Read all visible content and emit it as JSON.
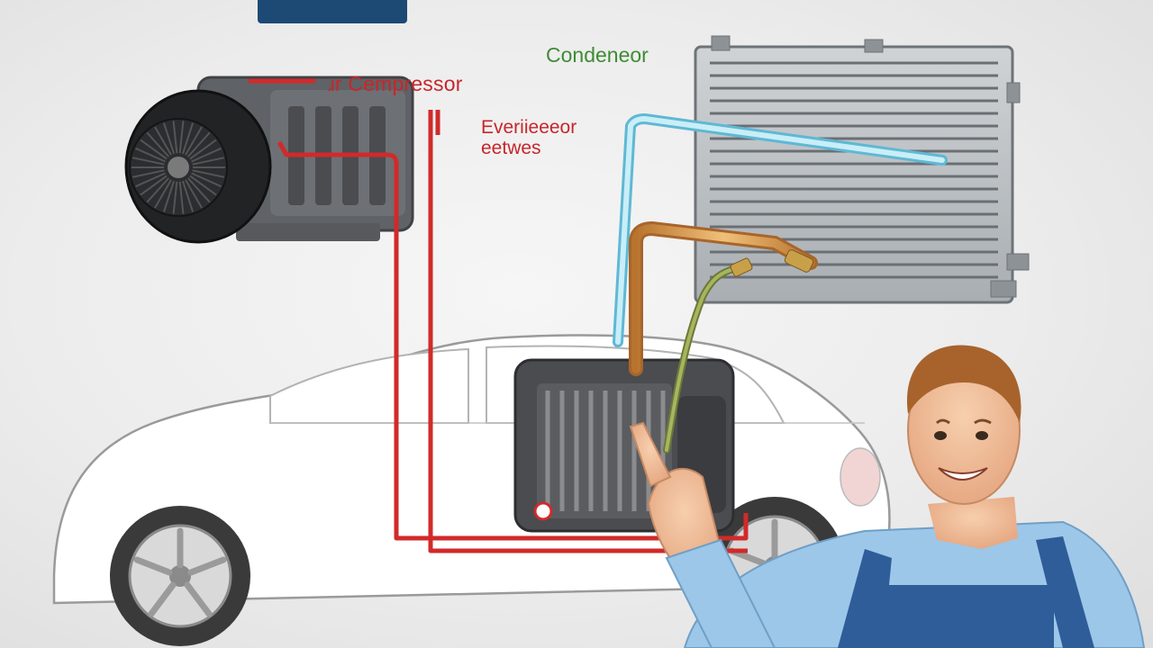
{
  "labels": {
    "compressor": "ɹr Cempressor",
    "condenser": "Condeneor",
    "evaporator_line1": "Everiieeeor",
    "evaporator_line2": "eetwes"
  },
  "colors": {
    "background": "#ececec",
    "compressor_label": "#c8262a",
    "evaporator_label": "#c8262a",
    "condenser_label": "#3e8c34",
    "refrigerant_line_red": "#d12a2a",
    "refrigerant_line_blue": "#8fd3e6",
    "refrigerant_line_copper": "#d89a4a",
    "refrigerant_line_green": "#8a9a4a",
    "top_tab": "#1c4a74",
    "mechanic_shirt": "#9cc7e8",
    "mechanic_overalls": "#2f5d9a"
  },
  "icons": {
    "compressor": "compressor-icon",
    "condenser": "condenser-icon",
    "evaporator": "evaporator-icon",
    "car": "car-outline-icon",
    "mechanic": "mechanic-illustration"
  }
}
